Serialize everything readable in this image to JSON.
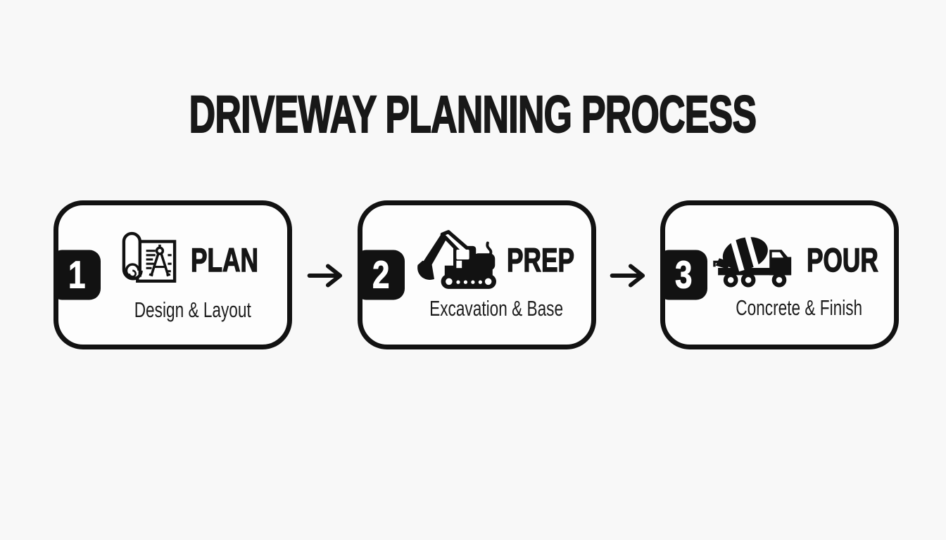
{
  "title": "DRIVEWAY PLANNING PROCESS",
  "colors": {
    "background": "#f8f8f8",
    "ink": "#121212",
    "card_background": "#fdfdfd",
    "badge_background": "#121212",
    "badge_number": "#ffffff"
  },
  "steps": [
    {
      "number": "1",
      "label": "PLAN",
      "sublabel": "Design & Layout",
      "icon": "blueprint-compass-icon"
    },
    {
      "number": "2",
      "label": "PREP",
      "sublabel": "Excavation & Base",
      "icon": "excavator-icon"
    },
    {
      "number": "3",
      "label": "POUR",
      "sublabel": "Concrete & Finish",
      "icon": "concrete-mixer-truck-icon"
    }
  ],
  "connectors": [
    {
      "icon": "arrow-right-icon"
    },
    {
      "icon": "arrow-right-icon"
    }
  ]
}
